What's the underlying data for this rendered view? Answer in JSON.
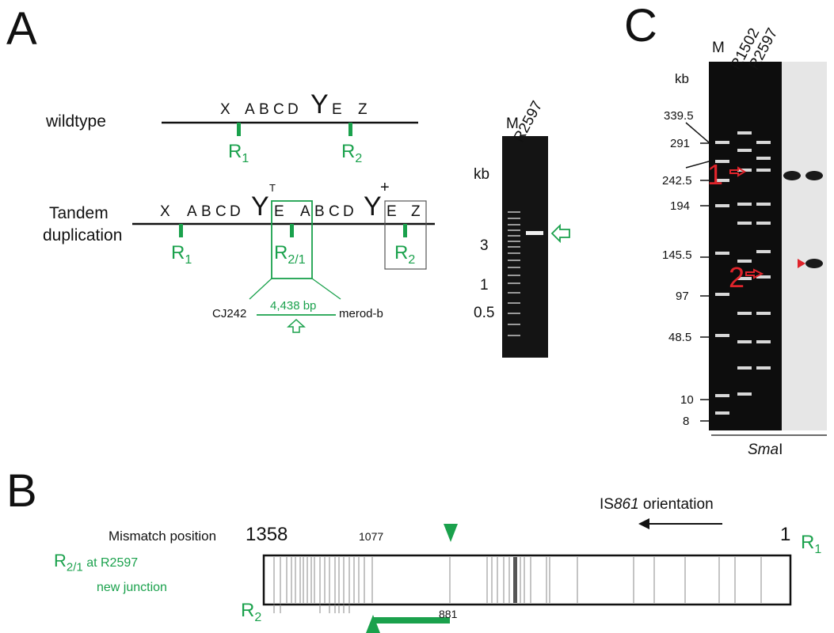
{
  "panel_letters": {
    "a": "A",
    "b": "B",
    "c": "C"
  },
  "panel_a": {
    "wildtype": {
      "title": "wildtype",
      "letters": [
        "X",
        "A",
        "B",
        "C",
        "D",
        "Y",
        "E",
        "Z"
      ],
      "markers": [
        "R",
        "R"
      ],
      "marker_subs": [
        "1",
        "2"
      ]
    },
    "tandem": {
      "title_line1": "Tandem",
      "title_line2": "duplication",
      "letters": [
        "X",
        "A",
        "B",
        "C",
        "D",
        "Y",
        "E",
        "A",
        "B",
        "C",
        "D",
        "Y",
        "E",
        "Z"
      ],
      "superscripts": [
        "T",
        "+"
      ],
      "markers": [
        "R",
        "R",
        "R"
      ],
      "marker_subs": [
        "1",
        "2/1",
        "2"
      ]
    },
    "pcr": {
      "left_primer": "CJ242",
      "right_primer": "merod-b",
      "product_size": "4,438 bp"
    },
    "gel": {
      "lanes": [
        "M",
        "R2597"
      ],
      "unit": "kb",
      "size_labels": [
        "3",
        "1",
        "0.5"
      ]
    }
  },
  "panel_b": {
    "orientation_label_prefix": "IS",
    "orientation_label_italic": "861",
    "orientation_label_suffix": " orientation",
    "mismatch_label": "Mismatch position",
    "positions": {
      "start": "1358",
      "mid": "1077",
      "end": "1",
      "lower": "881"
    },
    "left_label_main": "R",
    "left_label_sub": "2/1",
    "left_label_suffix": " at R2597",
    "left_label_line2": "new junction",
    "right_label_main": "R",
    "right_label_sub": "1",
    "bottom_label_main": "R",
    "bottom_label_sub": "2"
  },
  "panel_c": {
    "lanes": [
      "M",
      "R1502",
      "R2597"
    ],
    "unit": "kb",
    "size_labels": [
      "339.5",
      "291",
      "242.5",
      "194",
      "145.5",
      "97",
      "48.5",
      "10",
      "8"
    ],
    "band_markers": [
      "1",
      "2"
    ],
    "enzyme_italic": "Sma",
    "enzyme_suffix": "I"
  },
  "colors": {
    "green": "#1aa14c",
    "red": "#e0242b",
    "black": "#111111"
  }
}
